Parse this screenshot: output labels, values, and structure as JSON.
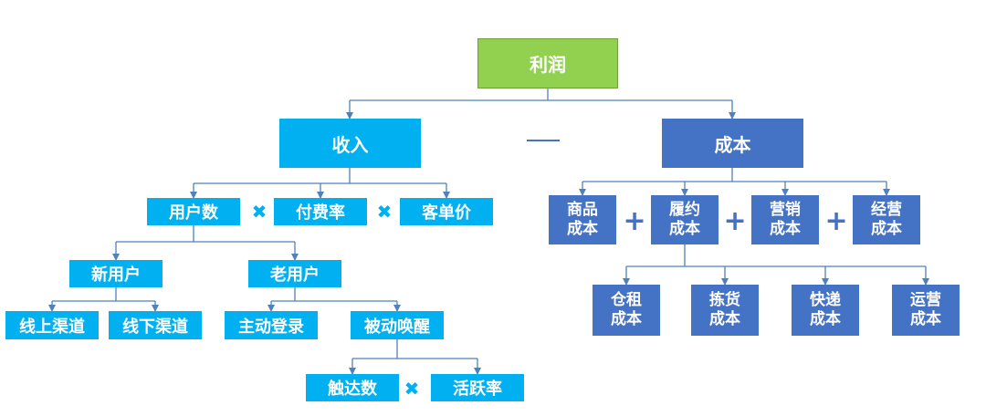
{
  "colors": {
    "green": "#92d050",
    "cyan": "#00b0f0",
    "blue": "#4472c4",
    "line": "#4f81bd"
  },
  "nodes": {
    "profit": "利润",
    "revenue": "收入",
    "cost": "成本",
    "user_count": "用户数",
    "pay_rate": "付费率",
    "unit_price": "客单价",
    "new_user": "新用户",
    "old_user": "老用户",
    "online_channel": "线上渠道",
    "offline_channel": "线下渠道",
    "active_login": "主动登录",
    "passive_wake": "被动唤醒",
    "reach_count": "触达数",
    "active_rate": "活跃率",
    "goods_cost": [
      "商品",
      "成本"
    ],
    "fulfillment_cost": [
      "履约",
      "成本"
    ],
    "marketing_cost": [
      "营销",
      "成本"
    ],
    "operating_cost": [
      "经营",
      "成本"
    ],
    "storage_cost": [
      "仓租",
      "成本"
    ],
    "picking_cost": [
      "拣货",
      "成本"
    ],
    "delivery_cost": [
      "快递",
      "成本"
    ],
    "operation_cost": [
      "运营",
      "成本"
    ]
  },
  "operators": {
    "times": "✖",
    "plus": "+"
  }
}
